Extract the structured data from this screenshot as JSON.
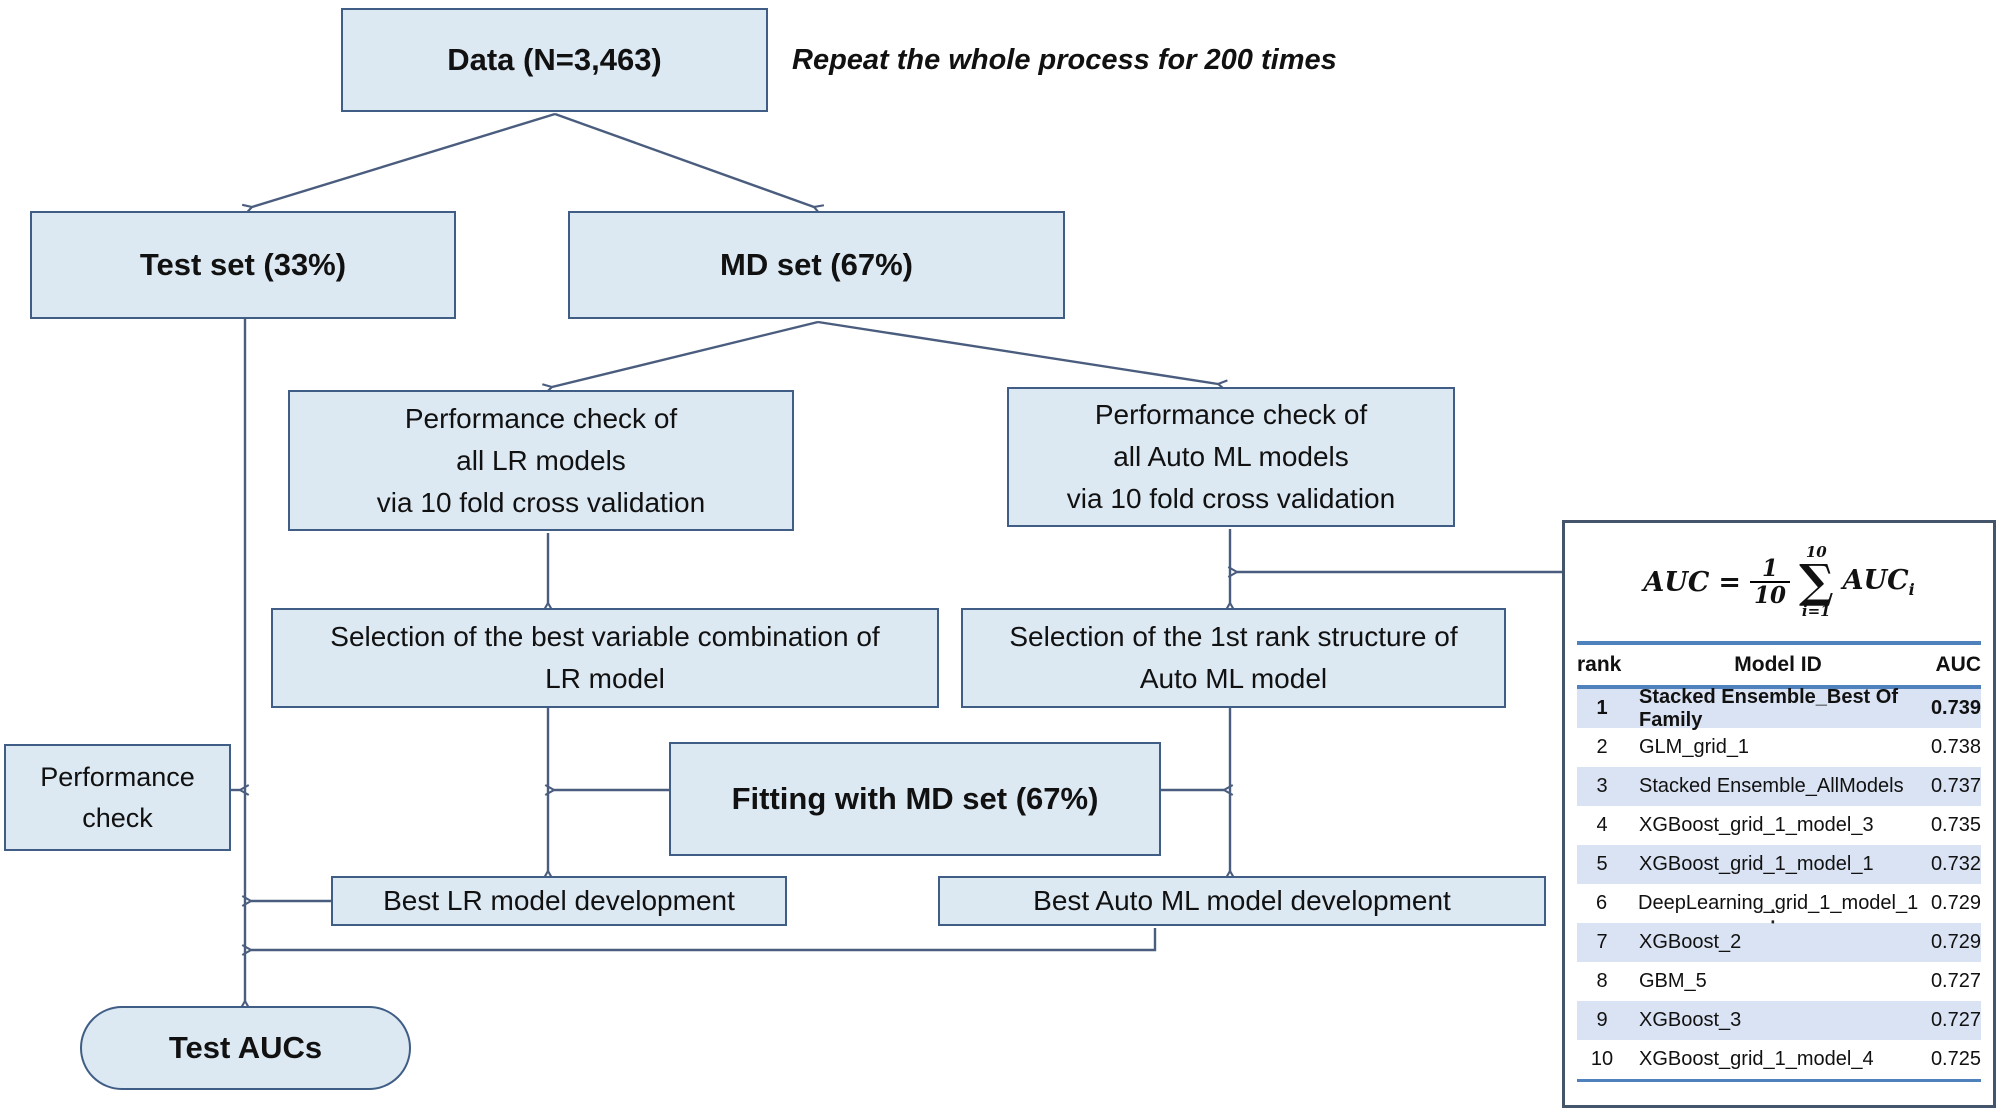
{
  "note": {
    "text": "Repeat the whole process for 200 times"
  },
  "flowchart": {
    "data_box": "Data (N=3,463)",
    "test_set_box": "Test set (33%)",
    "md_set_box": "MD set (67%)",
    "lr_perf_box": "Performance check of\nall LR models\nvia 10 fold cross validation",
    "automl_perf_box": "Performance check of\nall Auto ML models\nvia 10 fold cross validation",
    "lr_selection_box": "Selection of the best variable combination of\nLR model",
    "automl_selection_box": "Selection of the 1st rank structure of\nAuto ML model",
    "fitting_box": "Fitting with MD set (67%)",
    "perf_check_box": "Performance\ncheck",
    "best_lr_box": "Best LR model development",
    "best_automl_box": "Best Auto ML model development",
    "test_aucs_box": "Test AUCs"
  },
  "panel": {
    "formula": {
      "lhs": "AUC",
      "equals": "=",
      "frac_num": "1",
      "frac_den": "10",
      "sum_upper": "10",
      "sum_symbol": "∑",
      "sum_lower": "i=1",
      "rhs": "AUC",
      "rhs_sub": "i"
    },
    "table": {
      "headers": {
        "rank": "rank",
        "model_id": "Model ID",
        "auc": "AUC"
      },
      "rows": [
        {
          "rank": "1",
          "model_id": "Stacked Ensemble_Best Of Family",
          "auc": "0.739",
          "bold": true,
          "shaded": true
        },
        {
          "rank": "2",
          "model_id": "GLM_grid_1",
          "auc": "0.738",
          "bold": false,
          "shaded": false
        },
        {
          "rank": "3",
          "model_id": "Stacked Ensemble_AllModels",
          "auc": "0.737",
          "bold": false,
          "shaded": true
        },
        {
          "rank": "4",
          "model_id": "XGBoost_grid_1_model_3",
          "auc": "0.735",
          "bold": false,
          "shaded": false
        },
        {
          "rank": "5",
          "model_id": "XGBoost_grid_1_model_1",
          "auc": "0.732",
          "bold": false,
          "shaded": true
        },
        {
          "rank": "6",
          "model_id": "DeepLearning_grid_1_model_1",
          "auc": "0.729",
          "bold": false,
          "shaded": false
        },
        {
          "rank": "7",
          "model_id": "XGBoost_2",
          "auc": "0.729",
          "bold": false,
          "shaded": true
        },
        {
          "rank": "8",
          "model_id": "GBM_5",
          "auc": "0.727",
          "bold": false,
          "shaded": false
        },
        {
          "rank": "9",
          "model_id": "XGBoost_3",
          "auc": "0.727",
          "bold": false,
          "shaded": true
        },
        {
          "rank": "10",
          "model_id": "XGBoost_grid_1_model_4",
          "auc": "0.725",
          "bold": false,
          "shaded": false
        }
      ],
      "footnote_mark": "⁚"
    }
  },
  "colors": {
    "box_fill": "#dce8f2",
    "box_border": "#3f5d85",
    "arrow": "#4a5d7e",
    "table_line": "#4f81bd",
    "row_shade": "#dae3f3",
    "panel_border": "#44546a"
  }
}
